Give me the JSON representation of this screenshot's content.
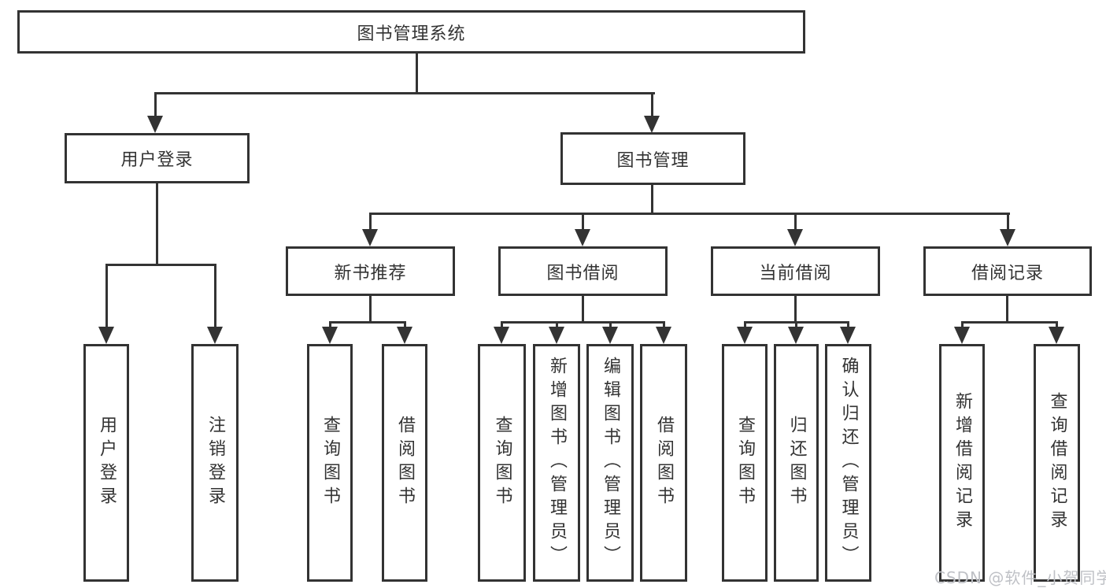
{
  "diagram": {
    "root": "图书管理系统",
    "level2": {
      "user_login": "用户登录",
      "book_mgmt": "图书管理"
    },
    "level3": {
      "new_books": "新书推荐",
      "book_borrow": "图书借阅",
      "current_borrow": "当前借阅",
      "borrow_records": "借阅记录"
    },
    "leaves": {
      "login": "用户登录",
      "logout": "注销登录",
      "nb_query": "查询图书",
      "nb_borrow": "借阅图书",
      "bb_query": "查询图书",
      "bb_add": "新增图书（管理员）",
      "bb_edit": "编辑图书（管理员）",
      "bb_borrow": "借阅图书",
      "cb_query": "查询图书",
      "cb_return": "归还图书",
      "cb_confirm": "确认归还（管理员）",
      "br_add": "新增借阅记录",
      "br_query": "查询借阅记录"
    }
  },
  "watermark": "CSDN @软件_小贺同学",
  "colors": {
    "line": "#333333",
    "text": "#333333",
    "watermark": "#bfc1c6",
    "background": "#ffffff"
  }
}
